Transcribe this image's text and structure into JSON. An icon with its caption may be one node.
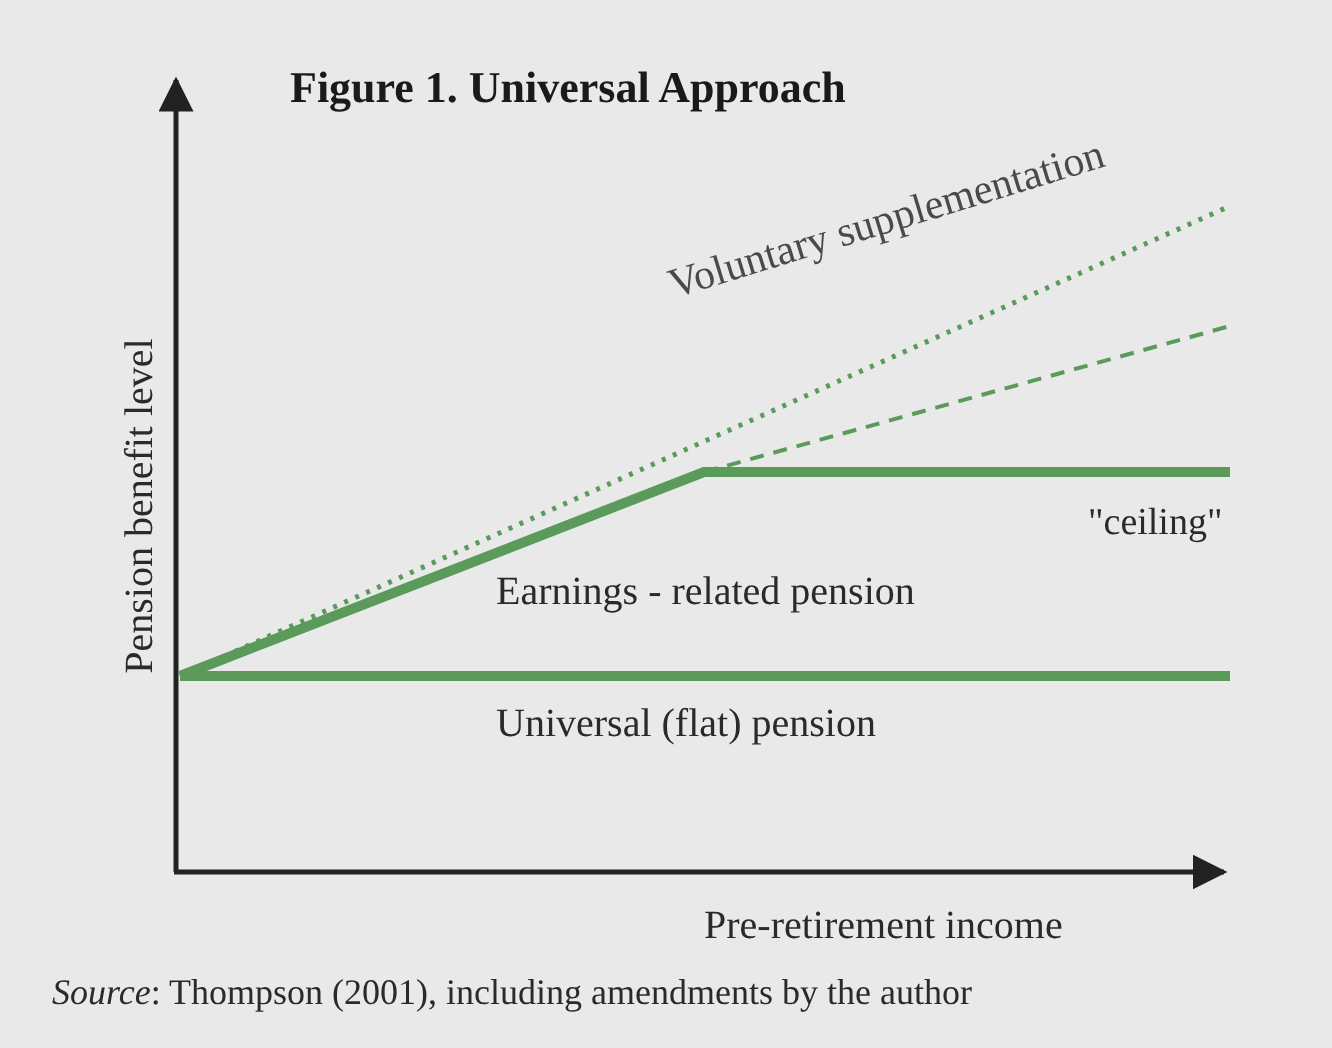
{
  "diagram": {
    "title": "Figure 1. Universal Approach",
    "caption": "*Source*: Thompson (2001), including amendments by the author",
    "labels": [
      "Voluntary supplementation",
      "\"ceiling\"",
      "Earnings - related pension",
      "Universal (flat) pension",
      "Pension benefit level",
      "Pre-retirement income"
    ]
  }
}
